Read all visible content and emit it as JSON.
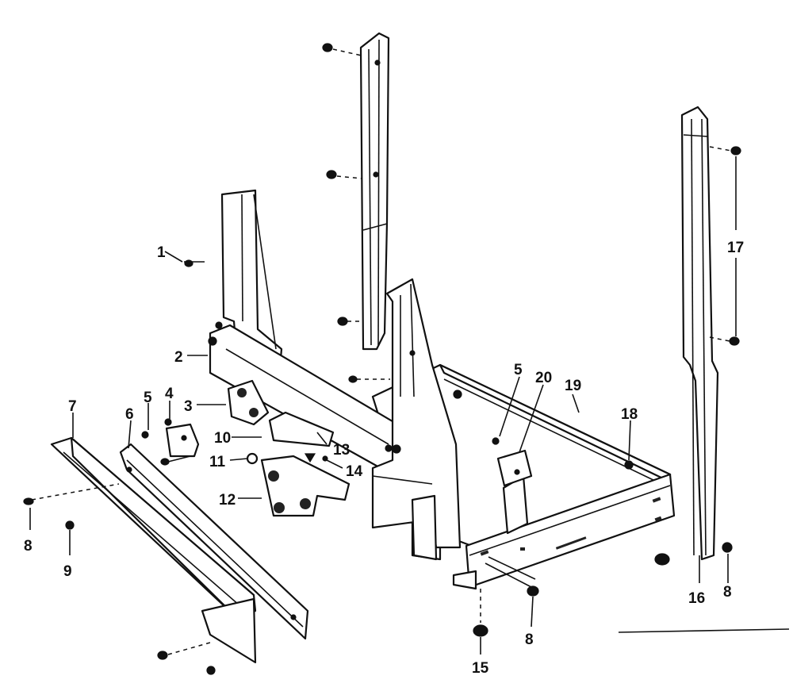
{
  "callouts": [
    {
      "id": "c1",
      "text": "1"
    },
    {
      "id": "c2",
      "text": "2"
    },
    {
      "id": "c3",
      "text": "3"
    },
    {
      "id": "c4",
      "text": "4"
    },
    {
      "id": "c5a",
      "text": "5"
    },
    {
      "id": "c5b",
      "text": "5"
    },
    {
      "id": "c6",
      "text": "6"
    },
    {
      "id": "c7",
      "text": "7"
    },
    {
      "id": "c8a",
      "text": "8"
    },
    {
      "id": "c8b",
      "text": "8"
    },
    {
      "id": "c8c",
      "text": "8"
    },
    {
      "id": "c9",
      "text": "9"
    },
    {
      "id": "c10",
      "text": "10"
    },
    {
      "id": "c11",
      "text": "11"
    },
    {
      "id": "c12",
      "text": "12"
    },
    {
      "id": "c13",
      "text": "13"
    },
    {
      "id": "c14",
      "text": "14"
    },
    {
      "id": "c15",
      "text": "15"
    },
    {
      "id": "c16",
      "text": "16"
    },
    {
      "id": "c17",
      "text": "17"
    },
    {
      "id": "c18",
      "text": "18"
    },
    {
      "id": "c19",
      "text": "19"
    },
    {
      "id": "c20",
      "text": "20"
    }
  ]
}
